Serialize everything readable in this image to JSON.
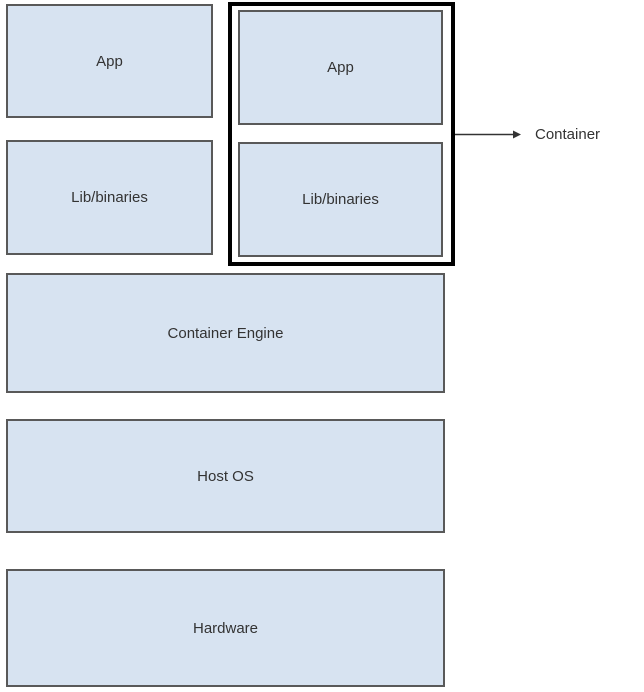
{
  "diagram": {
    "left_stack": [
      {
        "label": "App"
      },
      {
        "label": "Lib/binaries"
      }
    ],
    "container_group": {
      "items": [
        {
          "label": "App"
        },
        {
          "label": "Lib/binaries"
        }
      ],
      "callout_label": "Container"
    },
    "layers": [
      {
        "label": "Container Engine"
      },
      {
        "label": "Host OS"
      },
      {
        "label": "Hardware"
      }
    ],
    "colors": {
      "box_fill": "#d7e3f1",
      "box_border": "#595959",
      "group_border": "#000000",
      "text": "#333333",
      "arrow": "#333333"
    }
  }
}
